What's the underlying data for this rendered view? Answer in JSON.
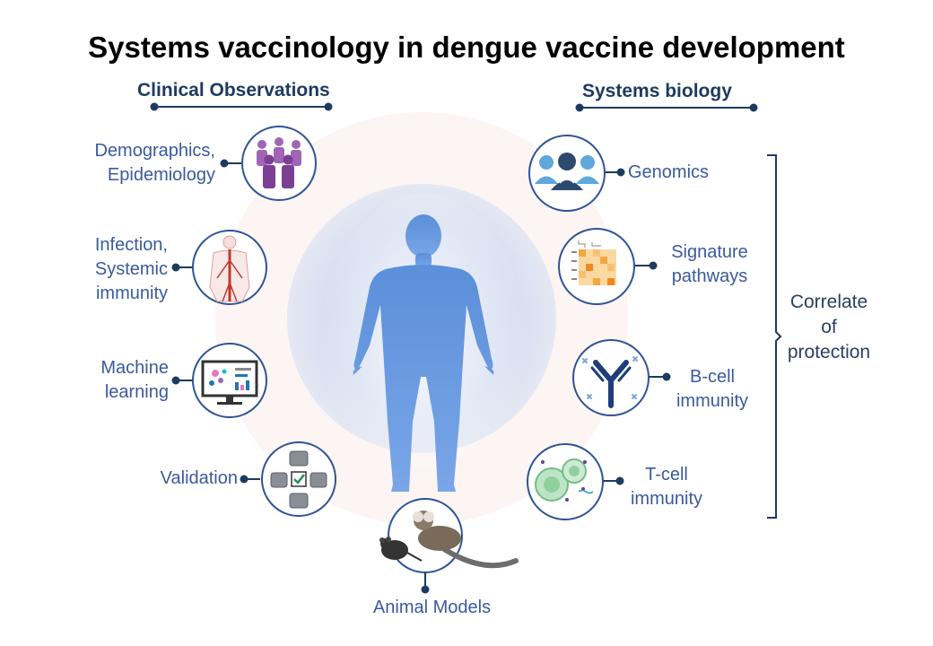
{
  "title": "Systems vaccinology in dengue vaccine development",
  "left_heading": "Clinical Observations",
  "right_heading": "Systems biology",
  "left_items": [
    {
      "label_lines": [
        "Demographics,",
        "Epidemiology"
      ],
      "icon": "people-group-icon"
    },
    {
      "label_lines": [
        "Infection,",
        "Systemic",
        "immunity"
      ],
      "icon": "vascular-body-icon"
    },
    {
      "label_lines": [
        "Machine",
        "learning"
      ],
      "icon": "computer-monitor-icon"
    },
    {
      "label_lines": [
        "Validation"
      ],
      "icon": "database-check-icon"
    }
  ],
  "right_items": [
    {
      "label_lines": [
        "Genomics"
      ],
      "icon": "people-dna-icon"
    },
    {
      "label_lines": [
        "Signature",
        "pathways"
      ],
      "icon": "heatmap-icon"
    },
    {
      "label_lines": [
        "B-cell",
        "immunity"
      ],
      "icon": "antibody-icon"
    },
    {
      "label_lines": [
        "T-cell",
        "immunity"
      ],
      "icon": "t-cell-icon"
    }
  ],
  "bottom_item": {
    "label": "Animal Models",
    "icon": "marmoset-mouse-icon"
  },
  "bracket_label_lines": [
    "Correlate",
    "of",
    "protection"
  ],
  "colors": {
    "heading": "#1e3a5f",
    "label": "#3a5a9c",
    "circle_stroke": "#2f5496",
    "body": "#5b8fd9",
    "halo": "#fdf3f3"
  }
}
